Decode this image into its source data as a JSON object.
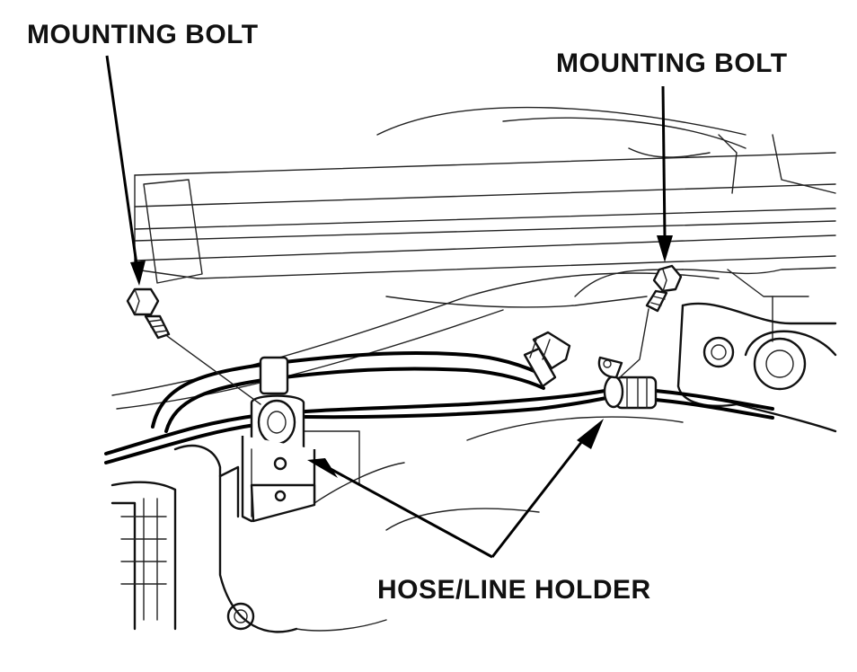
{
  "labels": {
    "bolt_left": "MOUNTING BOLT",
    "bolt_right": "MOUNTING BOLT",
    "hose_holder": "HOSE/LINE HOLDER"
  },
  "colors": {
    "line": "#111111",
    "background": "#ffffff"
  }
}
